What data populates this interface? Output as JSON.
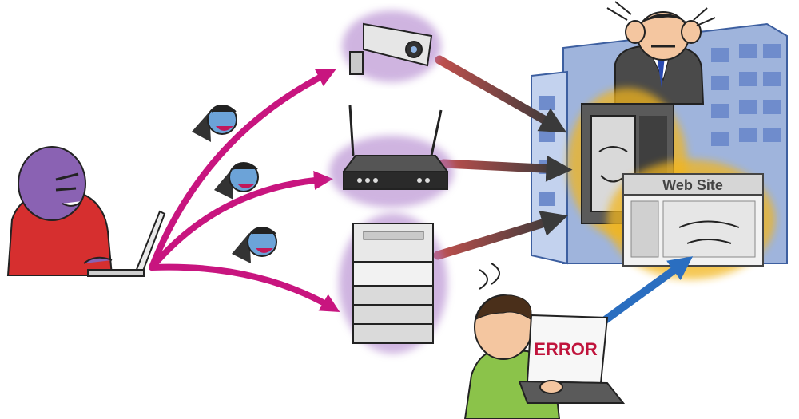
{
  "labels": {
    "website_banner": "Web Site",
    "error_screen": "ERROR"
  },
  "colors": {
    "attack_arrow": "#c8157f",
    "impact_arrow": "#8a3a3a",
    "user_arrow": "#2a6ec0",
    "building": "#a9bde0",
    "glow": "#a877c8",
    "alert_glow": "#f2b51c"
  },
  "icons": [
    "hacker",
    "laptop",
    "bot",
    "security-camera",
    "router",
    "printer",
    "server",
    "website",
    "office-building",
    "stressed-manager",
    "user",
    "error-laptop"
  ]
}
